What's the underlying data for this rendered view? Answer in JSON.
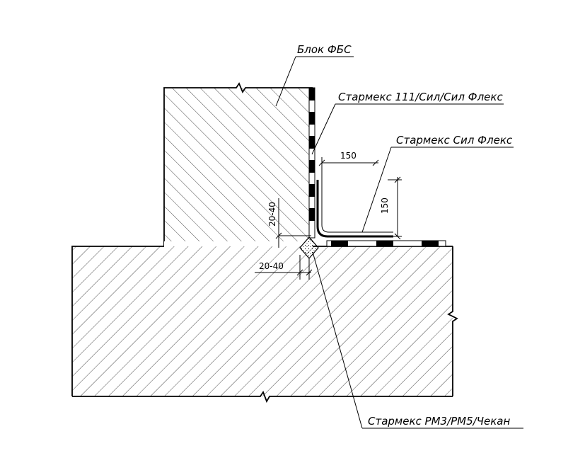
{
  "labels": {
    "block": "Блок ФБС",
    "membrane_vertical": "Стармекс 111/Сил/Сил Флекс",
    "sealant_corner": "Стармекс Сил Флекс",
    "rope": "Стармекс РМ3/РМ5/Чекан"
  },
  "dimensions": {
    "horizontal_150": "150",
    "vertical_150": "150",
    "vertical_20_40": "20-40",
    "horizontal_20_40": "20-40"
  },
  "colors": {
    "line": "#000000",
    "background": "#ffffff",
    "rope_fill": "#ffffff"
  }
}
